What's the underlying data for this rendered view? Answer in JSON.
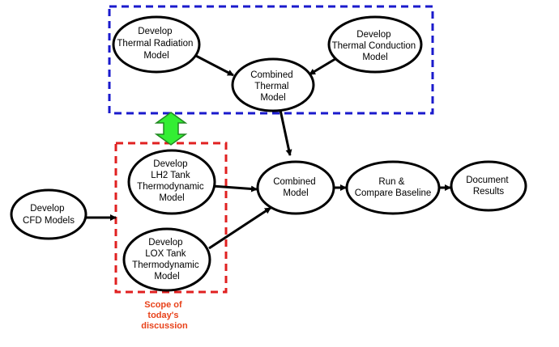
{
  "nodes": {
    "radiation": {
      "lines": [
        "Develop",
        "Thermal Radiation",
        "Model"
      ]
    },
    "conduction": {
      "lines": [
        "Develop",
        "Thermal Conduction",
        "Model"
      ]
    },
    "combined_thermal": {
      "lines": [
        "Combined",
        "Thermal",
        "Model"
      ]
    },
    "lh2": {
      "lines": [
        "Develop",
        "LH2 Tank",
        "Thermodynamic",
        "Model"
      ]
    },
    "lox": {
      "lines": [
        "Develop",
        "LOX Tank",
        "Thermodynamic",
        "Model"
      ]
    },
    "cfd": {
      "lines": [
        "Develop",
        "CFD Models"
      ]
    },
    "combined_model": {
      "lines": [
        "Combined",
        "Model"
      ]
    },
    "run_compare": {
      "lines": [
        "Run &",
        "Compare Baseline"
      ]
    },
    "document": {
      "lines": [
        "Document",
        "Results"
      ]
    }
  },
  "scope_label": {
    "lines": [
      "Scope of",
      "today's",
      "discussion"
    ]
  },
  "colors": {
    "thermal_box": "#1a1acc",
    "scope_box": "#e02020",
    "scope_text": "#e8421a",
    "double_arrow_fill": "#33ee33",
    "double_arrow_stroke": "#228822"
  }
}
